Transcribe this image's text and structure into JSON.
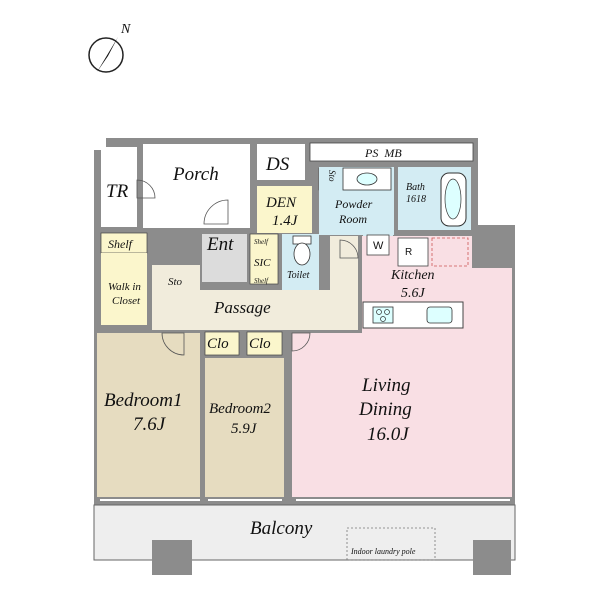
{
  "compass": {
    "north_label": "N",
    "icon": "north-arrow-icon"
  },
  "rooms": {
    "tr": "TR",
    "porch": "Porch",
    "ds": "DS",
    "ps_mb": "PS  MB",
    "den_name": "DEN",
    "den_size": "1.4J",
    "sto_small": "Sto",
    "powder_line1": "Powder",
    "powder_line2": "Room",
    "bath_line1": "Bath",
    "bath_line2": "1618",
    "shelf": "Shelf",
    "walk_in_line1": "Walk in",
    "walk_in_line2": "Closet",
    "ent": "Ent",
    "shelf_small_top": "Shelf",
    "sic": "SIC",
    "shelf_small_bottom": "Shelf",
    "toilet": "Toilet",
    "washer": "W",
    "fridge": "R",
    "kitchen_name": "Kitchen",
    "kitchen_size": "5.6J",
    "sto": "Sto",
    "passage": "Passage",
    "clo1": "Clo",
    "clo2": "Clo",
    "bedroom1_name": "Bedroom1",
    "bedroom1_size": "7.6J",
    "bedroom2_name": "Bedroom2",
    "bedroom2_size": "5.9J",
    "living_line1": "Living",
    "living_line2": "Dining",
    "living_size": "16.0J",
    "balcony": "Balcony",
    "laundry_pole": "Indoor laundry pole"
  },
  "colors": {
    "wall": "#8c8c8c",
    "bedroom": "#e6dcc0",
    "living": "#f9dfe4",
    "den": "#fbf6cc",
    "wet": "#d3ecf3",
    "passage": "#f1ecdc",
    "entrance": "#dcdcdc",
    "balcony": "#eeeeee"
  }
}
